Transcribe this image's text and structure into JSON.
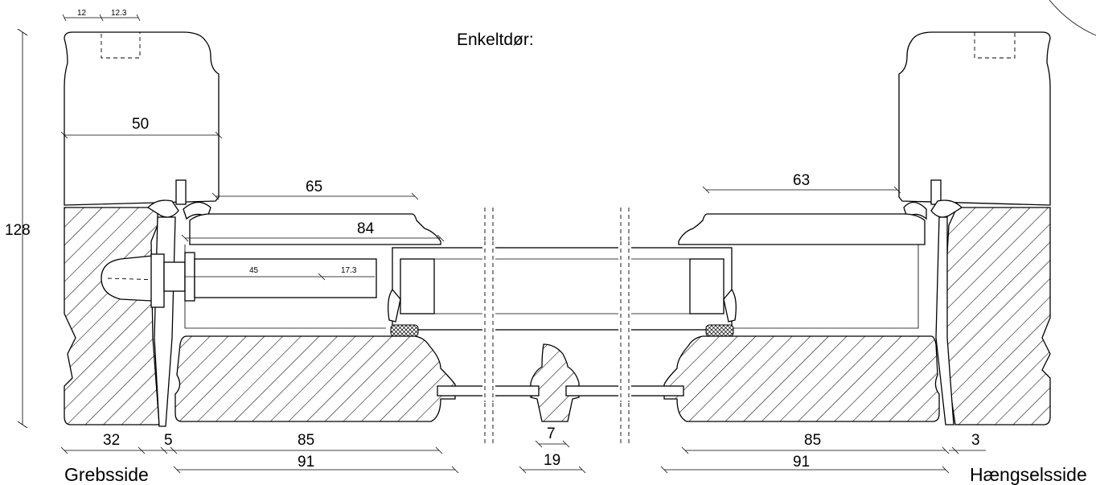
{
  "title": "Enkeltdør:",
  "sides": {
    "left": "Grebsside",
    "right": "Hængselsside"
  },
  "dimensions": {
    "d128": "128",
    "d12": "12",
    "d12_3": "12.3",
    "d50": "50",
    "d65": "65",
    "d84": "84",
    "d45": "45",
    "d17_3": "17.3",
    "d63": "63",
    "d32": "32",
    "d5": "5",
    "d85_left": "85",
    "d91_left": "91",
    "d7": "7",
    "d19": "19",
    "d85_right": "85",
    "d91_right": "91",
    "d3": "3"
  }
}
